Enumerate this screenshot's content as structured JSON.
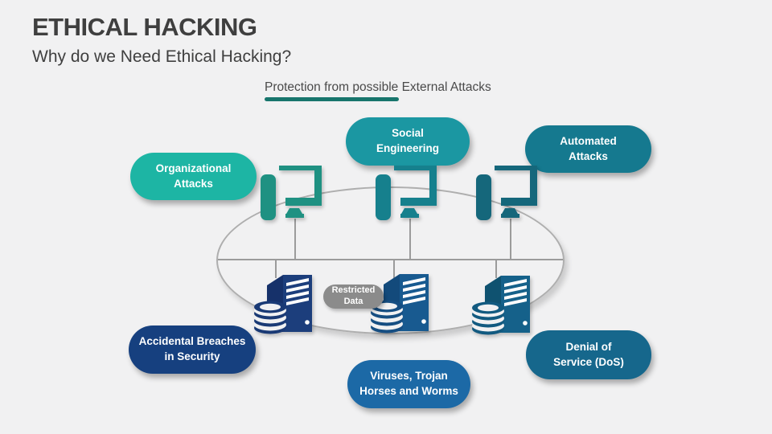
{
  "slide": {
    "title": "ETHICAL HACKING",
    "subtitle": "Why do we Need Ethical Hacking?",
    "diagram_heading": "Protection from possible External Attacks"
  },
  "palette": {
    "background": "#f1f1f2",
    "title_text": "#3f3f3f",
    "heading_underline": "#17756c",
    "connector_gray": "#9b9b9b",
    "ellipse_border": "#aeaeae",
    "restricted_pill": "#8b8b8b",
    "pill_text": "#ffffff"
  },
  "attack_labels": [
    {
      "id": "organizational-attacks",
      "lines": [
        "Organizational",
        "Attacks"
      ],
      "color": "#1db5a4",
      "position": "top-left"
    },
    {
      "id": "social-engineering",
      "lines": [
        "Social",
        "Engineering"
      ],
      "color": "#1b97a2",
      "position": "top-center"
    },
    {
      "id": "automated-attacks",
      "lines": [
        "Automated",
        "Attacks"
      ],
      "color": "#15798f",
      "position": "top-right"
    },
    {
      "id": "accidental-breaches-in-security",
      "lines": [
        "Accidental Breaches",
        "in Security"
      ],
      "color": "#16407f",
      "position": "bottom-left"
    },
    {
      "id": "viruses-trojan-horses-and-worms",
      "lines": [
        "Viruses, Trojan",
        "Horses and Worms"
      ],
      "color": "#1c69a6",
      "position": "bottom-center"
    },
    {
      "id": "denial-of-service",
      "lines": [
        "Denial of",
        "Service (DoS)"
      ],
      "color": "#16678c",
      "position": "bottom-right"
    }
  ],
  "network": {
    "restricted_label_lines": [
      "Restricted",
      "Data"
    ],
    "icons": [
      {
        "name": "desktop-computer-icon",
        "shape": "css-svg rects + trapezoid stand"
      },
      {
        "name": "server-tower-icon",
        "shape": "css-svg 3d tower with stripes"
      },
      {
        "name": "database-icon",
        "shape": "css-svg stacked cylinder"
      }
    ],
    "computers": [
      {
        "color": "#1f9182"
      },
      {
        "color": "#16808d"
      },
      {
        "color": "#15677b"
      }
    ],
    "servers": [
      {
        "front": "#1c3e7c",
        "side": "#16316a",
        "db": "#1a3a75"
      },
      {
        "front": "#185a90",
        "side": "#134a7b",
        "db": "#164e82"
      },
      {
        "front": "#15618a",
        "side": "#0f5270",
        "db": "#125a80"
      }
    ]
  }
}
